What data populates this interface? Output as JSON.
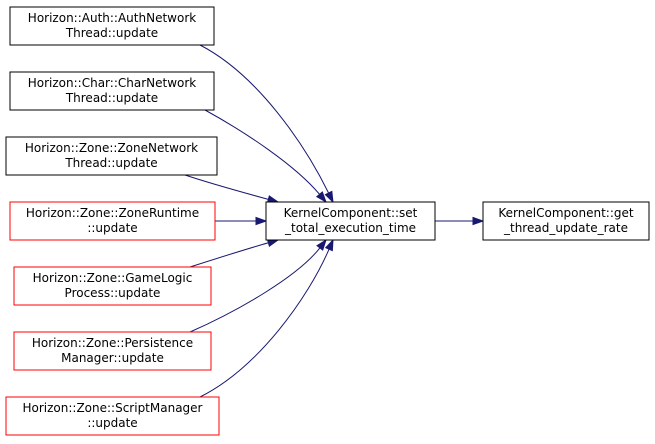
{
  "colors": {
    "edge": "#191970",
    "border_black": "#000000",
    "border_red": "#ff0000",
    "highlight_fill": "#bfbfbf"
  },
  "nodes": [
    {
      "id": "auth",
      "lines": [
        "Horizon::Auth::AuthNetwork",
        "Thread::update"
      ],
      "border": "black"
    },
    {
      "id": "char",
      "lines": [
        "Horizon::Char::CharNetwork",
        "Thread::update"
      ],
      "border": "black"
    },
    {
      "id": "zonenet",
      "lines": [
        "Horizon::Zone::ZoneNetwork",
        "Thread::update"
      ],
      "border": "black"
    },
    {
      "id": "zoneruntime",
      "lines": [
        "Horizon::Zone::ZoneRuntime",
        "::update"
      ],
      "border": "red"
    },
    {
      "id": "gamelogic",
      "lines": [
        "Horizon::Zone::GameLogic",
        "Process::update"
      ],
      "border": "red"
    },
    {
      "id": "persistence",
      "lines": [
        "Horizon::Zone::Persistence",
        "Manager::update"
      ],
      "border": "red"
    },
    {
      "id": "script",
      "lines": [
        "Horizon::Zone::ScriptManager",
        "::update"
      ],
      "border": "red"
    },
    {
      "id": "settotal",
      "lines": [
        "KernelComponent::set",
        "_total_execution_time"
      ],
      "border": "black"
    },
    {
      "id": "getrate",
      "lines": [
        "KernelComponent::get",
        "_thread_update_rate"
      ],
      "border": "black",
      "highlighted": true
    }
  ],
  "edges": [
    {
      "from": "settotal",
      "to": "getrate"
    },
    {
      "from": "auth",
      "to": "settotal"
    },
    {
      "from": "char",
      "to": "settotal"
    },
    {
      "from": "zonenet",
      "to": "settotal"
    },
    {
      "from": "zoneruntime",
      "to": "settotal"
    },
    {
      "from": "gamelogic",
      "to": "settotal"
    },
    {
      "from": "persistence",
      "to": "settotal"
    },
    {
      "from": "script",
      "to": "settotal"
    }
  ]
}
